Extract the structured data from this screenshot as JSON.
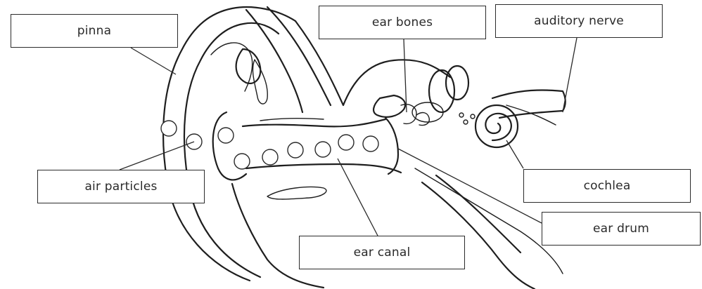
{
  "labels": {
    "pinna": "pinna",
    "ear_bones": "ear bones",
    "auditory_nerve": "auditory nerve",
    "air_particles": "air particles",
    "cochlea": "cochlea",
    "ear_drum": "ear drum",
    "ear_canal": "ear canal"
  },
  "colors": {
    "line": "#1e1e1e",
    "background": "#ffffff"
  }
}
